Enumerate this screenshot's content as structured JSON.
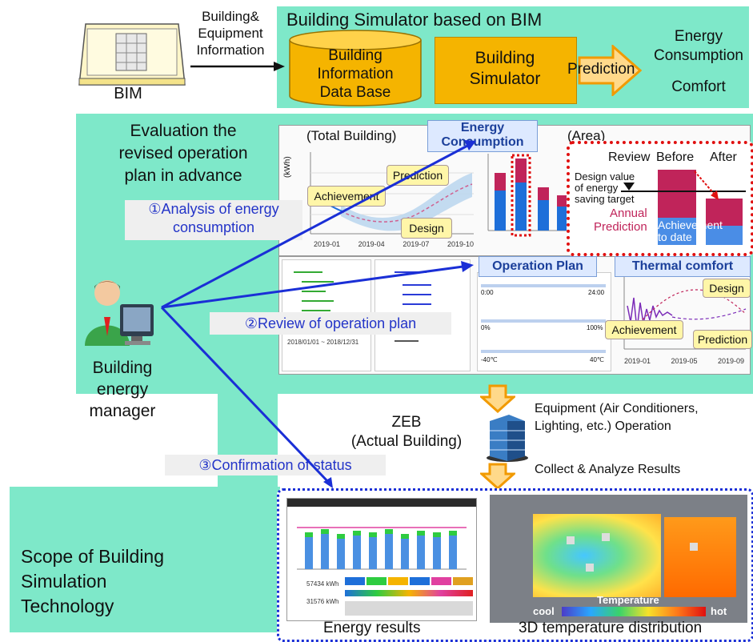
{
  "top": {
    "title": "Building Simulator based on BIM",
    "input_label_lines": [
      "Building&",
      "Equipment",
      "Information"
    ],
    "bim_label": "BIM",
    "db_lines": [
      "Building",
      "Information",
      "Data Base"
    ],
    "simulator_lines": [
      "Building",
      "Simulator"
    ],
    "prediction": "Prediction",
    "outputs": [
      "Energy",
      "Consumption",
      "Comfort"
    ]
  },
  "evaluation": {
    "heading_lines": [
      "Evaluation the",
      "revised operation",
      "plan in advance"
    ]
  },
  "steps": {
    "step1_lines": [
      "①Analysis of energy",
      "consumption"
    ],
    "step2": "②Review of operation plan",
    "step3": "③Confirmation of status"
  },
  "manager": {
    "label_lines": [
      "Building",
      "energy",
      "manager"
    ]
  },
  "energy_panel": {
    "total_building": "(Total Building)",
    "area": "(Area)",
    "energy_consumption_lines": [
      "Energy",
      "Consumption"
    ],
    "achievement": "Achievement",
    "prediction": "Prediction",
    "design": "Design",
    "y_unit": "(kWh)",
    "x_ticks": [
      "2019-01",
      "2019-04",
      "2019-07",
      "2019-10"
    ],
    "review": "Review",
    "before": "Before",
    "after": "After",
    "design_value_lines": [
      "Design value",
      "of energy",
      "saving target"
    ],
    "annual_prediction_lines": [
      "Annual",
      "Prediction"
    ],
    "achievement_to_date_lines": [
      "Achievement",
      "to date"
    ]
  },
  "operation_panel": {
    "operation_plan": "Operation Plan",
    "thermal_comfort": "Thermal comfort",
    "achievement": "Achievement",
    "prediction": "Prediction",
    "design": "Design",
    "time_start": "0:00",
    "time_end": "24:00",
    "pct_start": "0%",
    "pct_end": "100%",
    "temp_start": "-40℃",
    "temp_end": "40℃",
    "tc_ticks": [
      "2019-01",
      "2019-05",
      "2019-09"
    ],
    "left_dates": [
      "2018/01/01",
      "~",
      "2018/12/31"
    ]
  },
  "zeb": {
    "lines": [
      "ZEB",
      "(Actual Building)"
    ],
    "equipment_lines": [
      "Equipment (Air Conditioners,",
      "Lighting, etc.) Operation"
    ],
    "collect": "Collect & Analyze Results"
  },
  "results": {
    "energy_results": "Energy results",
    "temp_distribution": "3D temperature distribution",
    "temperature": "Temperature",
    "cool": "cool",
    "hot": "hot",
    "kwh1": "57434 kWh",
    "kwh2": "31576 kWh"
  },
  "scope": {
    "lines": [
      "Scope of Building",
      "Simulation",
      "Technology"
    ]
  },
  "colors": {
    "mint": "#7ee8c9",
    "orange": "#f5b400",
    "arrow_blue": "#1a2fd6",
    "crimson": "#c0245a",
    "dotted_red": "#e01010"
  }
}
